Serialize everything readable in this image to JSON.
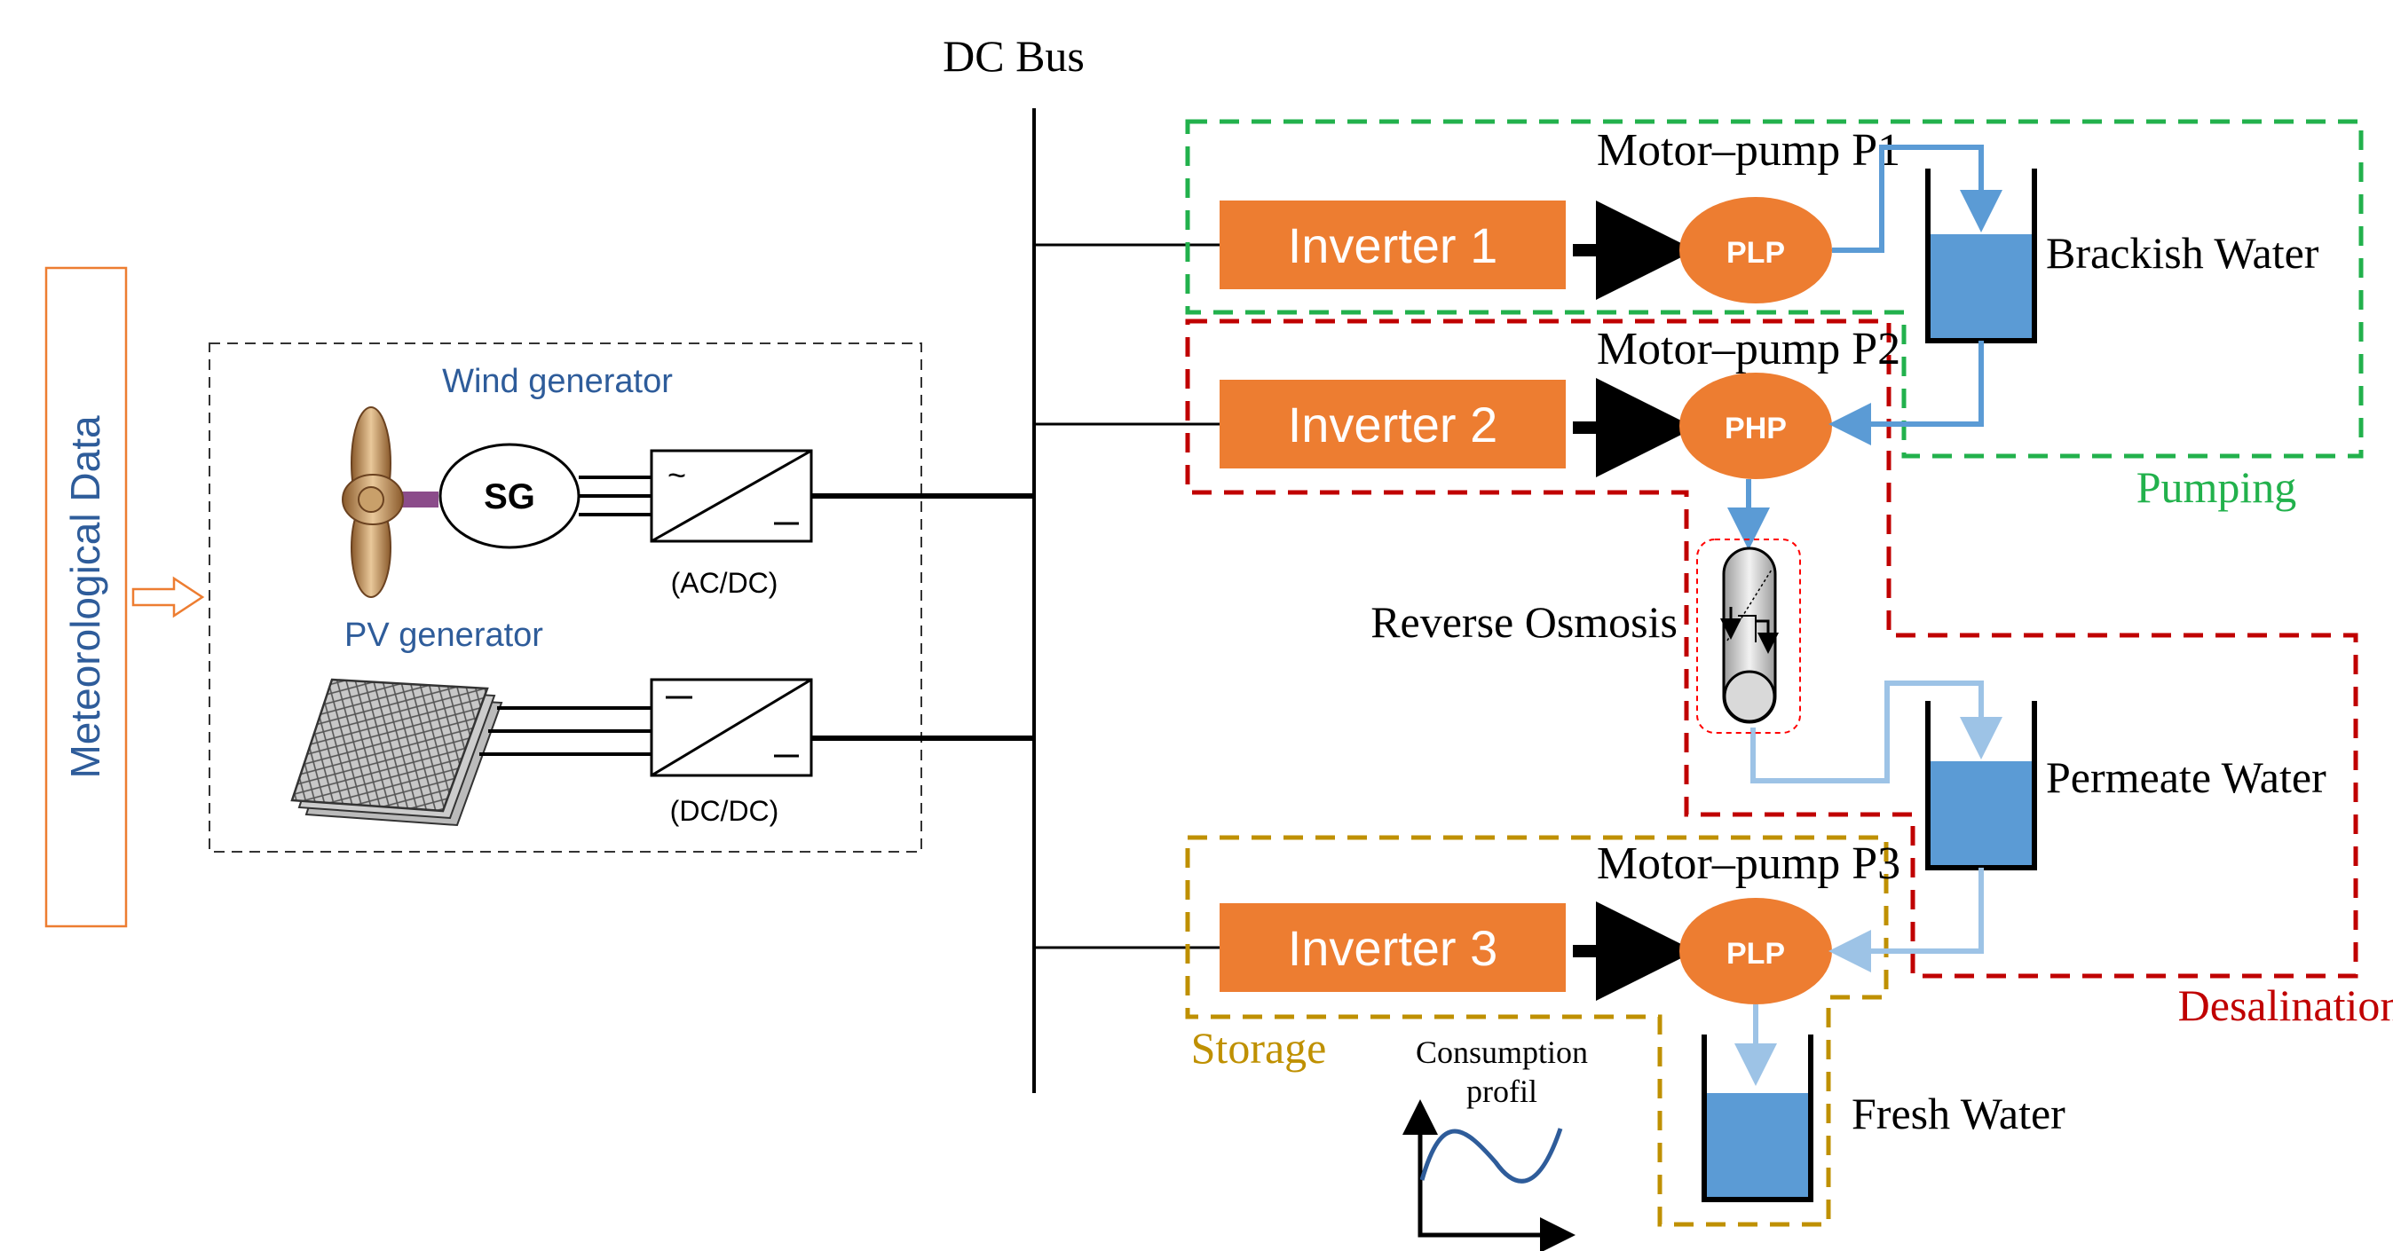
{
  "meteo": {
    "label": "Meteorological Data"
  },
  "generation": {
    "wind_label": "Wind generator",
    "sg_label": "SG",
    "acdc_label": "(AC/DC)",
    "pv_label": "PV generator",
    "dcdc_label": "(DC/DC)"
  },
  "bus": {
    "label": "DC Bus"
  },
  "inverters": [
    "Inverter 1",
    "Inverter 2",
    "Inverter 3"
  ],
  "pumps": [
    {
      "title": "Motor–pump P1",
      "type": "PLP"
    },
    {
      "title": "Motor–pump P2",
      "type": "PHP"
    },
    {
      "title": "Motor–pump P3",
      "type": "PLP"
    }
  ],
  "ro": {
    "label": "Reverse Osmosis"
  },
  "tanks": {
    "brackish": "Brackish Water",
    "permeate": "Permeate Water",
    "fresh": "Fresh Water"
  },
  "zones": {
    "pumping": "Pumping",
    "desalination": "Desalination",
    "storage": "Storage"
  },
  "consumption": {
    "line1": "Consumption",
    "line2": "profil"
  },
  "colors": {
    "inverter": "#ED7D31",
    "pump": "#ED7D31",
    "water": "#5B9BD5",
    "pipe_dark": "#5B9BD5",
    "pipe_light": "#9DC3E6",
    "pumping_zone": "#22B14C",
    "desal_zone": "#C00000",
    "storage_zone": "#BF9000",
    "gen_text": "#2E5C9A"
  }
}
